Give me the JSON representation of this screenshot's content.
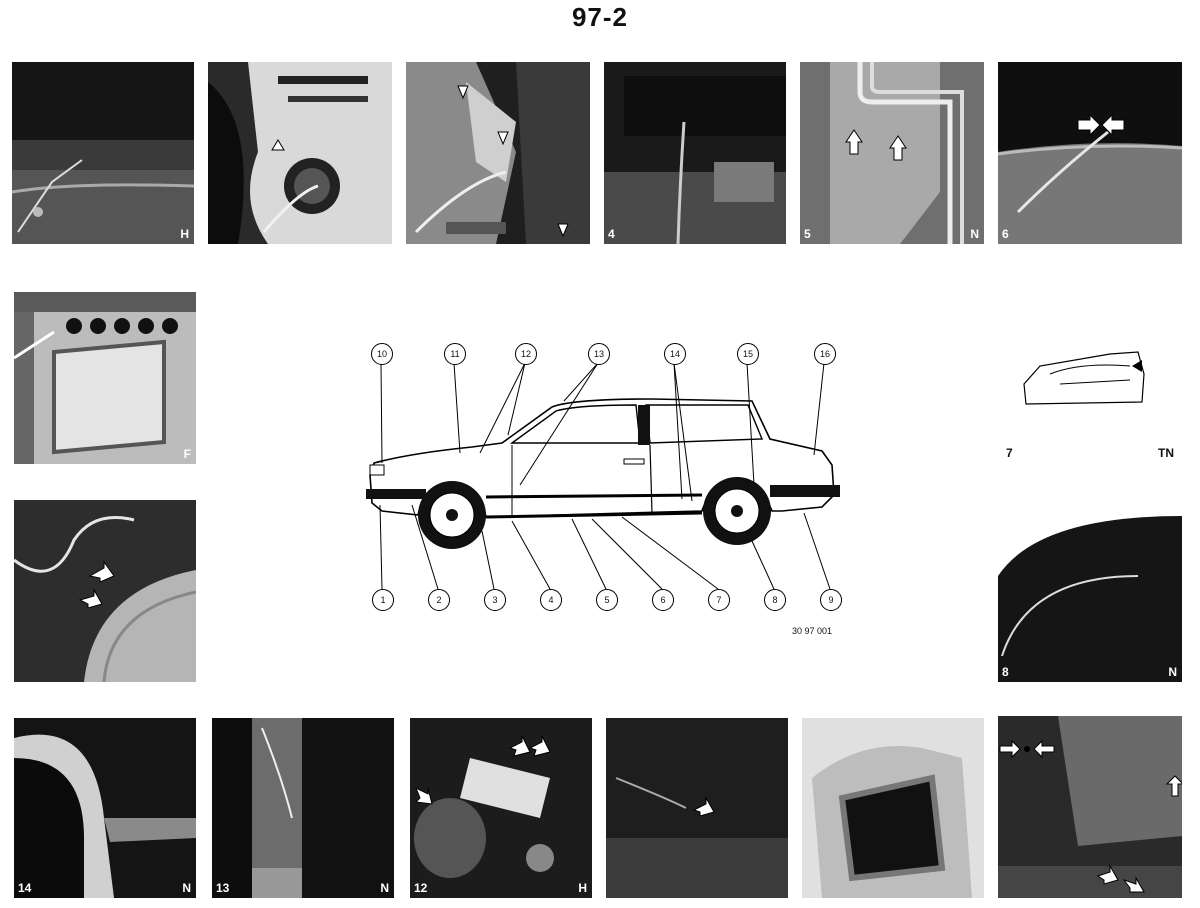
{
  "page": {
    "title": "97-2"
  },
  "photos": [
    {
      "id": "p-top-1",
      "number": "",
      "letter": "H",
      "tone": "dark"
    },
    {
      "id": "p-top-2",
      "number": "",
      "letter": "",
      "tone": "mixed"
    },
    {
      "id": "p-top-3",
      "number": "",
      "letter": "",
      "tone": "mixed"
    },
    {
      "id": "p-top-4",
      "number": "4",
      "letter": "",
      "tone": "dark"
    },
    {
      "id": "p-top-5",
      "number": "5",
      "letter": "N",
      "tone": "mixed"
    },
    {
      "id": "p-top-6",
      "number": "6",
      "letter": "",
      "tone": "dark"
    },
    {
      "id": "p-left-1",
      "number": "",
      "letter": "F",
      "tone": "light"
    },
    {
      "id": "p-left-2",
      "number": "",
      "letter": "",
      "tone": "mixed"
    },
    {
      "id": "p-right-8",
      "number": "8",
      "letter": "N",
      "tone": "dark"
    },
    {
      "id": "p-bot-14",
      "number": "14",
      "letter": "N",
      "tone": "dark"
    },
    {
      "id": "p-bot-13",
      "number": "13",
      "letter": "N",
      "tone": "dark"
    },
    {
      "id": "p-bot-12",
      "number": "12",
      "letter": "H",
      "tone": "dark"
    },
    {
      "id": "p-bot-11",
      "number": "",
      "letter": "",
      "tone": "dark"
    },
    {
      "id": "p-bot-10",
      "number": "",
      "letter": "",
      "tone": "light"
    },
    {
      "id": "p-bot-9",
      "number": "",
      "letter": "",
      "tone": "dark"
    }
  ],
  "item7": {
    "number": "7",
    "letter": "TN"
  },
  "diagram": {
    "callouts_top": [
      "10",
      "11",
      "12",
      "13",
      "14",
      "15",
      "16"
    ],
    "callouts_bottom": [
      "1",
      "2",
      "3",
      "4",
      "5",
      "6",
      "7",
      "8",
      "9"
    ],
    "part_code": "30 97 001"
  }
}
